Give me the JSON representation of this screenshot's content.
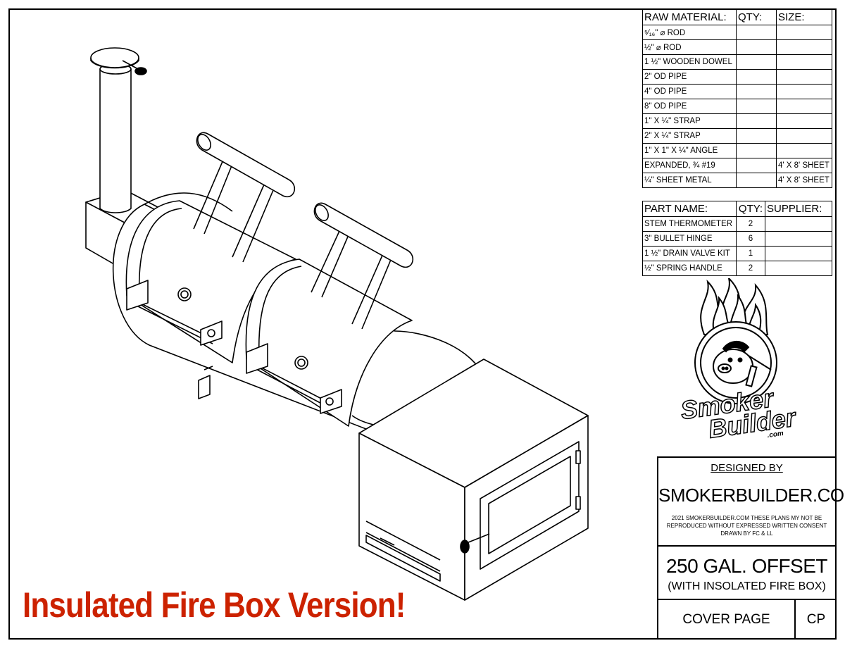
{
  "raw_materials": {
    "headers": [
      "RAW MATERIAL:",
      "QTY:",
      "SIZE:"
    ],
    "rows": [
      {
        "name": "⁵⁄₁₆\" ⌀ ROD",
        "qty": "",
        "size": ""
      },
      {
        "name": "½\" ⌀ ROD",
        "qty": "",
        "size": ""
      },
      {
        "name": "1 ½\" WOODEN DOWEL",
        "qty": "",
        "size": ""
      },
      {
        "name": "2\" OD PIPE",
        "qty": "",
        "size": ""
      },
      {
        "name": "4\" OD PIPE",
        "qty": "",
        "size": ""
      },
      {
        "name": "8\" OD PIPE",
        "qty": "",
        "size": ""
      },
      {
        "name": "1\" X ¼\" STRAP",
        "qty": "",
        "size": ""
      },
      {
        "name": "2\" X ¼\" STRAP",
        "qty": "",
        "size": ""
      },
      {
        "name": "1\" X 1\" X ¼\" ANGLE",
        "qty": "",
        "size": ""
      },
      {
        "name": "EXPANDED, ¾ #19",
        "qty": "",
        "size": "4' X 8' SHEET"
      },
      {
        "name": "¼\" SHEET METAL",
        "qty": "",
        "size": "4' X 8' SHEET"
      }
    ]
  },
  "parts": {
    "headers": [
      "PART NAME:",
      "QTY:",
      "SUPPLIER:"
    ],
    "rows": [
      {
        "name": "STEM THERMOMETER",
        "qty": "2",
        "supplier": ""
      },
      {
        "name": "3\" BULLET HINGE",
        "qty": "6",
        "supplier": ""
      },
      {
        "name": "1 ½\" DRAIN VALVE KIT",
        "qty": "1",
        "supplier": ""
      },
      {
        "name": "½\" SPRING HANDLE",
        "qty": "2",
        "supplier": ""
      }
    ]
  },
  "logo": {
    "line1": "Smoker",
    "line2": "Builder",
    "line3": ".com"
  },
  "title_block": {
    "designed_by": "DESIGNED BY",
    "company": "SMOKERBUILDER.COM",
    "legal_lines": [
      "2021 SMOKERBUILDER.COM THESE PLANS MY NOT BE",
      "REPRODUCED WITHOUT EXPRESSED WRITTEN CONSENT",
      "DRAWN BY FC & LL"
    ],
    "title": "250 GAL. OFFSET",
    "subtitle": "(WITH INSOLATED FIRE BOX)",
    "page_name": "COVER PAGE",
    "page_code": "CP"
  },
  "banner": "Insulated Fire Box Version!",
  "colors": {
    "banner": "#cc2200",
    "line": "#000000"
  }
}
